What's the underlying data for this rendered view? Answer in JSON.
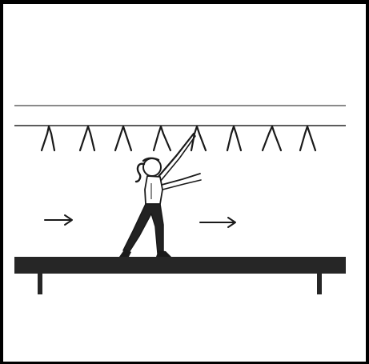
{
  "figure": {
    "ink_color": "#1a1a1a",
    "rope_color": "#444444",
    "beam_color": "#262626",
    "hair_color": "#1a1a1a",
    "leggings_color": "#222222",
    "icons": {
      "top_line": "horizontal-line",
      "rope": "rope-line",
      "hanging_loops": "hanging-loop-icon",
      "arrow_left": "arrow-right-icon",
      "arrow_right": "arrow-right-icon",
      "beam": "balance-beam",
      "gymnast": "gymnast-figure"
    }
  }
}
